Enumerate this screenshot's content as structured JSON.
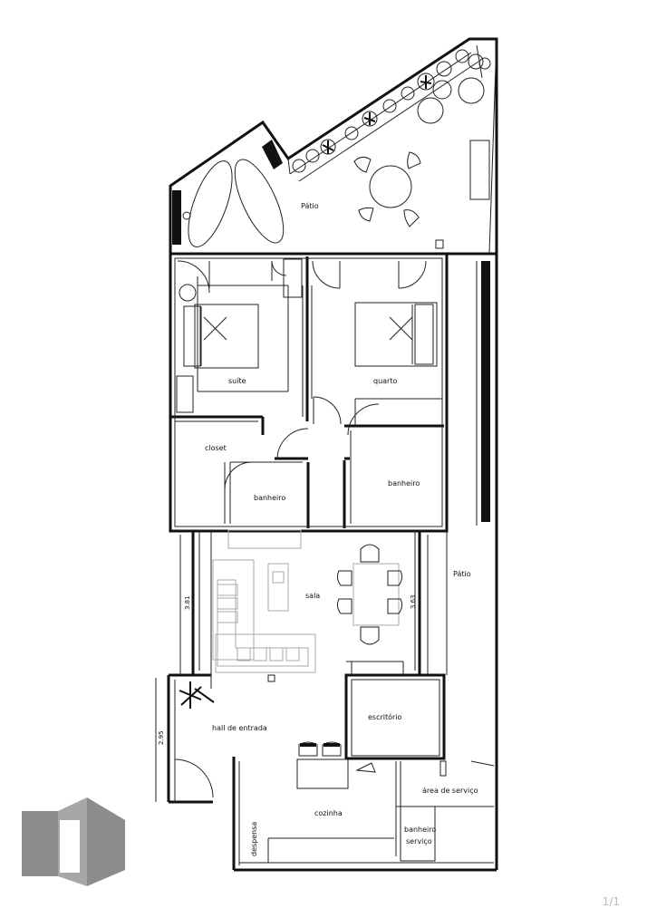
{
  "rooms": {
    "patio_top": "Pátio",
    "suite": "suíte",
    "quarto": "quarto",
    "closet": "closet",
    "banheiro_suite": "banheiro",
    "banheiro_quarto": "banheiro",
    "patio_side": "Pátio",
    "sala": "sala",
    "hall": "hall de entrada",
    "escritorio": "escritório",
    "area_servico": "área de serviço",
    "cozinha": "cozinha",
    "despensa": "despensa",
    "banheiro_servico_1": "banheiro",
    "banheiro_servico_2": "serviço"
  },
  "dimensions": {
    "sala_left": "3.81",
    "sala_right": "3.63",
    "hall_left": "2.95"
  },
  "page_number": "1/1",
  "colors": {
    "logo": "#8c8c8c",
    "walls": "#111111"
  }
}
